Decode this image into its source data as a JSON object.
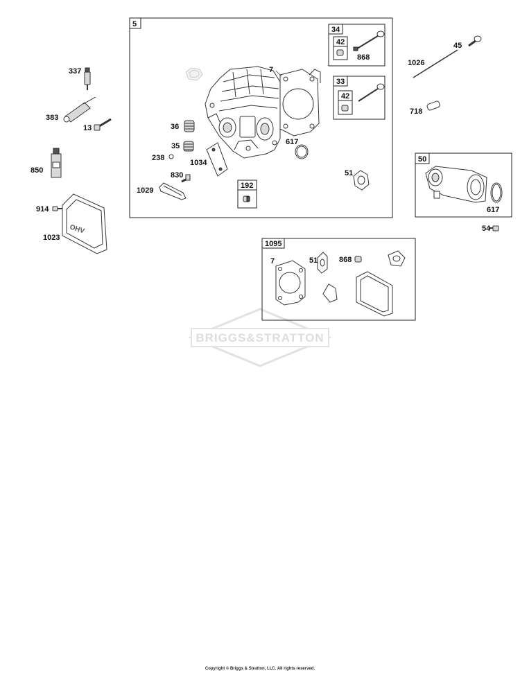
{
  "diagram": {
    "watermark": "BRIGGS&STRATTON",
    "copyright": "Copyright © Briggs & Stratton, LLC. All rights reserved.",
    "group_boxes": {
      "main": "5",
      "valve_exhaust": "34",
      "valve_exhaust_sub": "42",
      "valve_intake": "33",
      "valve_intake_sub": "42",
      "plug": "192",
      "intake_manifold": "50",
      "gasket_set": "1095"
    },
    "part_labels": {
      "p337": "337",
      "p383": "383",
      "p13": "13",
      "p850": "850",
      "p914": "914",
      "p1023": "1023",
      "p7": "7",
      "p36": "36",
      "p35": "35",
      "p238": "238",
      "p1034": "1034",
      "p617": "617",
      "p830": "830",
      "p1029": "1029",
      "p51": "51",
      "p868a": "868",
      "p1026": "1026",
      "p45": "45",
      "p718": "718",
      "p617b": "617",
      "p54": "54",
      "p7b": "7",
      "p51b": "51",
      "p868b": "868"
    }
  }
}
